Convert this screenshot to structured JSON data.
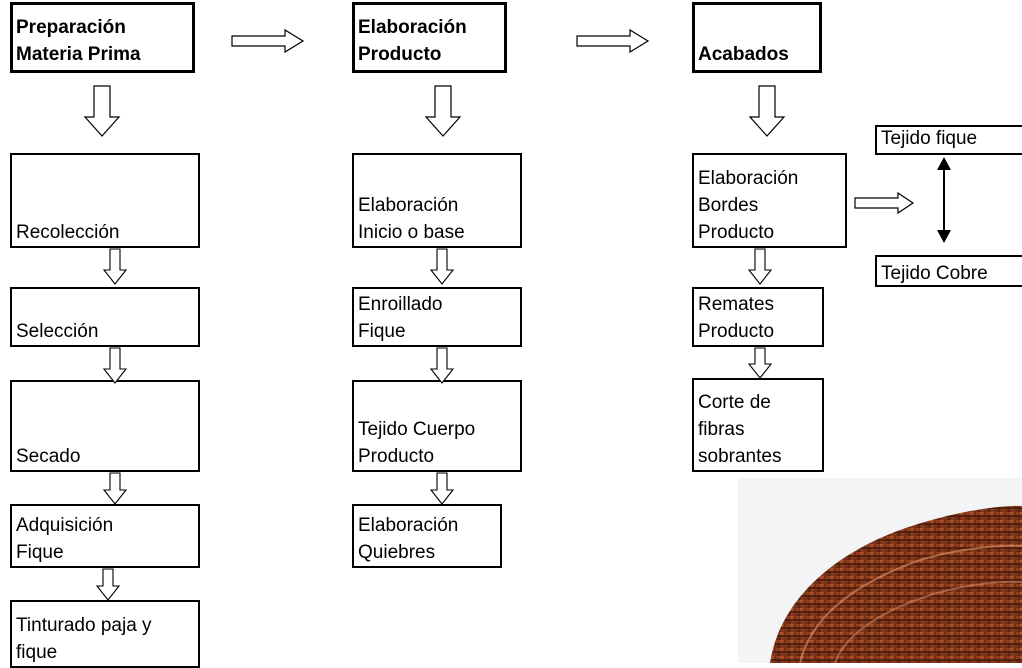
{
  "columns": [
    {
      "header": [
        "Preparación",
        "Materia Prima"
      ],
      "steps": [
        [
          "Recolección"
        ],
        [
          "Selección"
        ],
        [
          "Secado"
        ],
        [
          "Adquisición",
          "Fique"
        ],
        [
          "Tinturado paja y",
          "fique"
        ]
      ]
    },
    {
      "header": [
        "Elaboración",
        "Producto"
      ],
      "steps": [
        [
          "Elaboración",
          "Inicio o base"
        ],
        [
          "Enroillado",
          "Fique"
        ],
        [
          "Tejido Cuerpo",
          "Producto"
        ],
        [
          "Elaboración",
          "Quiebres"
        ]
      ]
    },
    {
      "header": [
        "Acabados"
      ],
      "steps": [
        [
          "Elaboración",
          "Bordes",
          "Producto"
        ],
        [
          "Remates",
          "Producto"
        ],
        [
          "Corte de",
          "fibras",
          "sobrantes"
        ]
      ]
    }
  ],
  "side_options": [
    "Tejido fique",
    "Tejido Cobre"
  ],
  "photo": {
    "subject": "woven-fique-basket",
    "colors": [
      "#8a3a1c",
      "#b8552a",
      "#5c2410"
    ]
  }
}
